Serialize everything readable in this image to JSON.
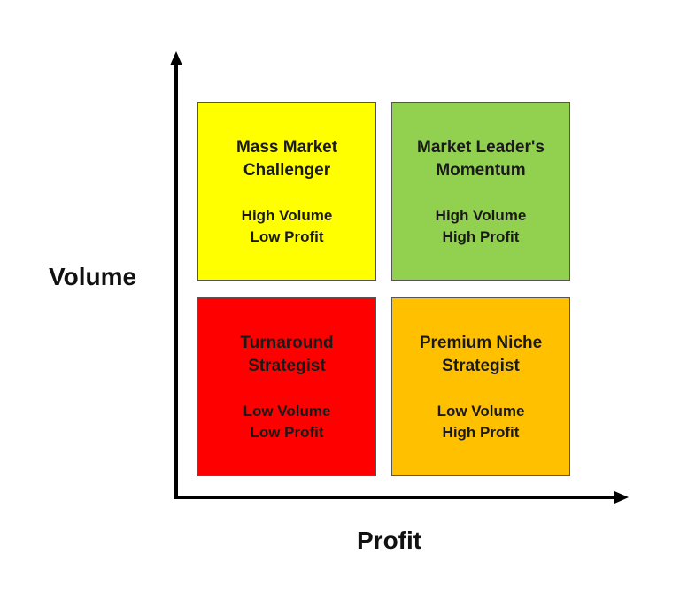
{
  "axes": {
    "y_label": "Volume",
    "x_label": "Profit"
  },
  "quadrants": [
    {
      "title1": "Mass Market",
      "title2": "Challenger",
      "sub1": "High Volume",
      "sub2": "Low Profit",
      "color": "#ffff00"
    },
    {
      "title1": "Market Leader's",
      "title2": "Momentum",
      "sub1": "High Volume",
      "sub2": "High Profit",
      "color": "#92d050"
    },
    {
      "title1": "Turnaround",
      "title2": "Strategist",
      "sub1": "Low Volume",
      "sub2": "Low Profit",
      "color": "#ff0000"
    },
    {
      "title1": "Premium Niche",
      "title2": "Strategist",
      "sub1": "Low Volume",
      "sub2": "High Profit",
      "color": "#ffc000"
    }
  ]
}
